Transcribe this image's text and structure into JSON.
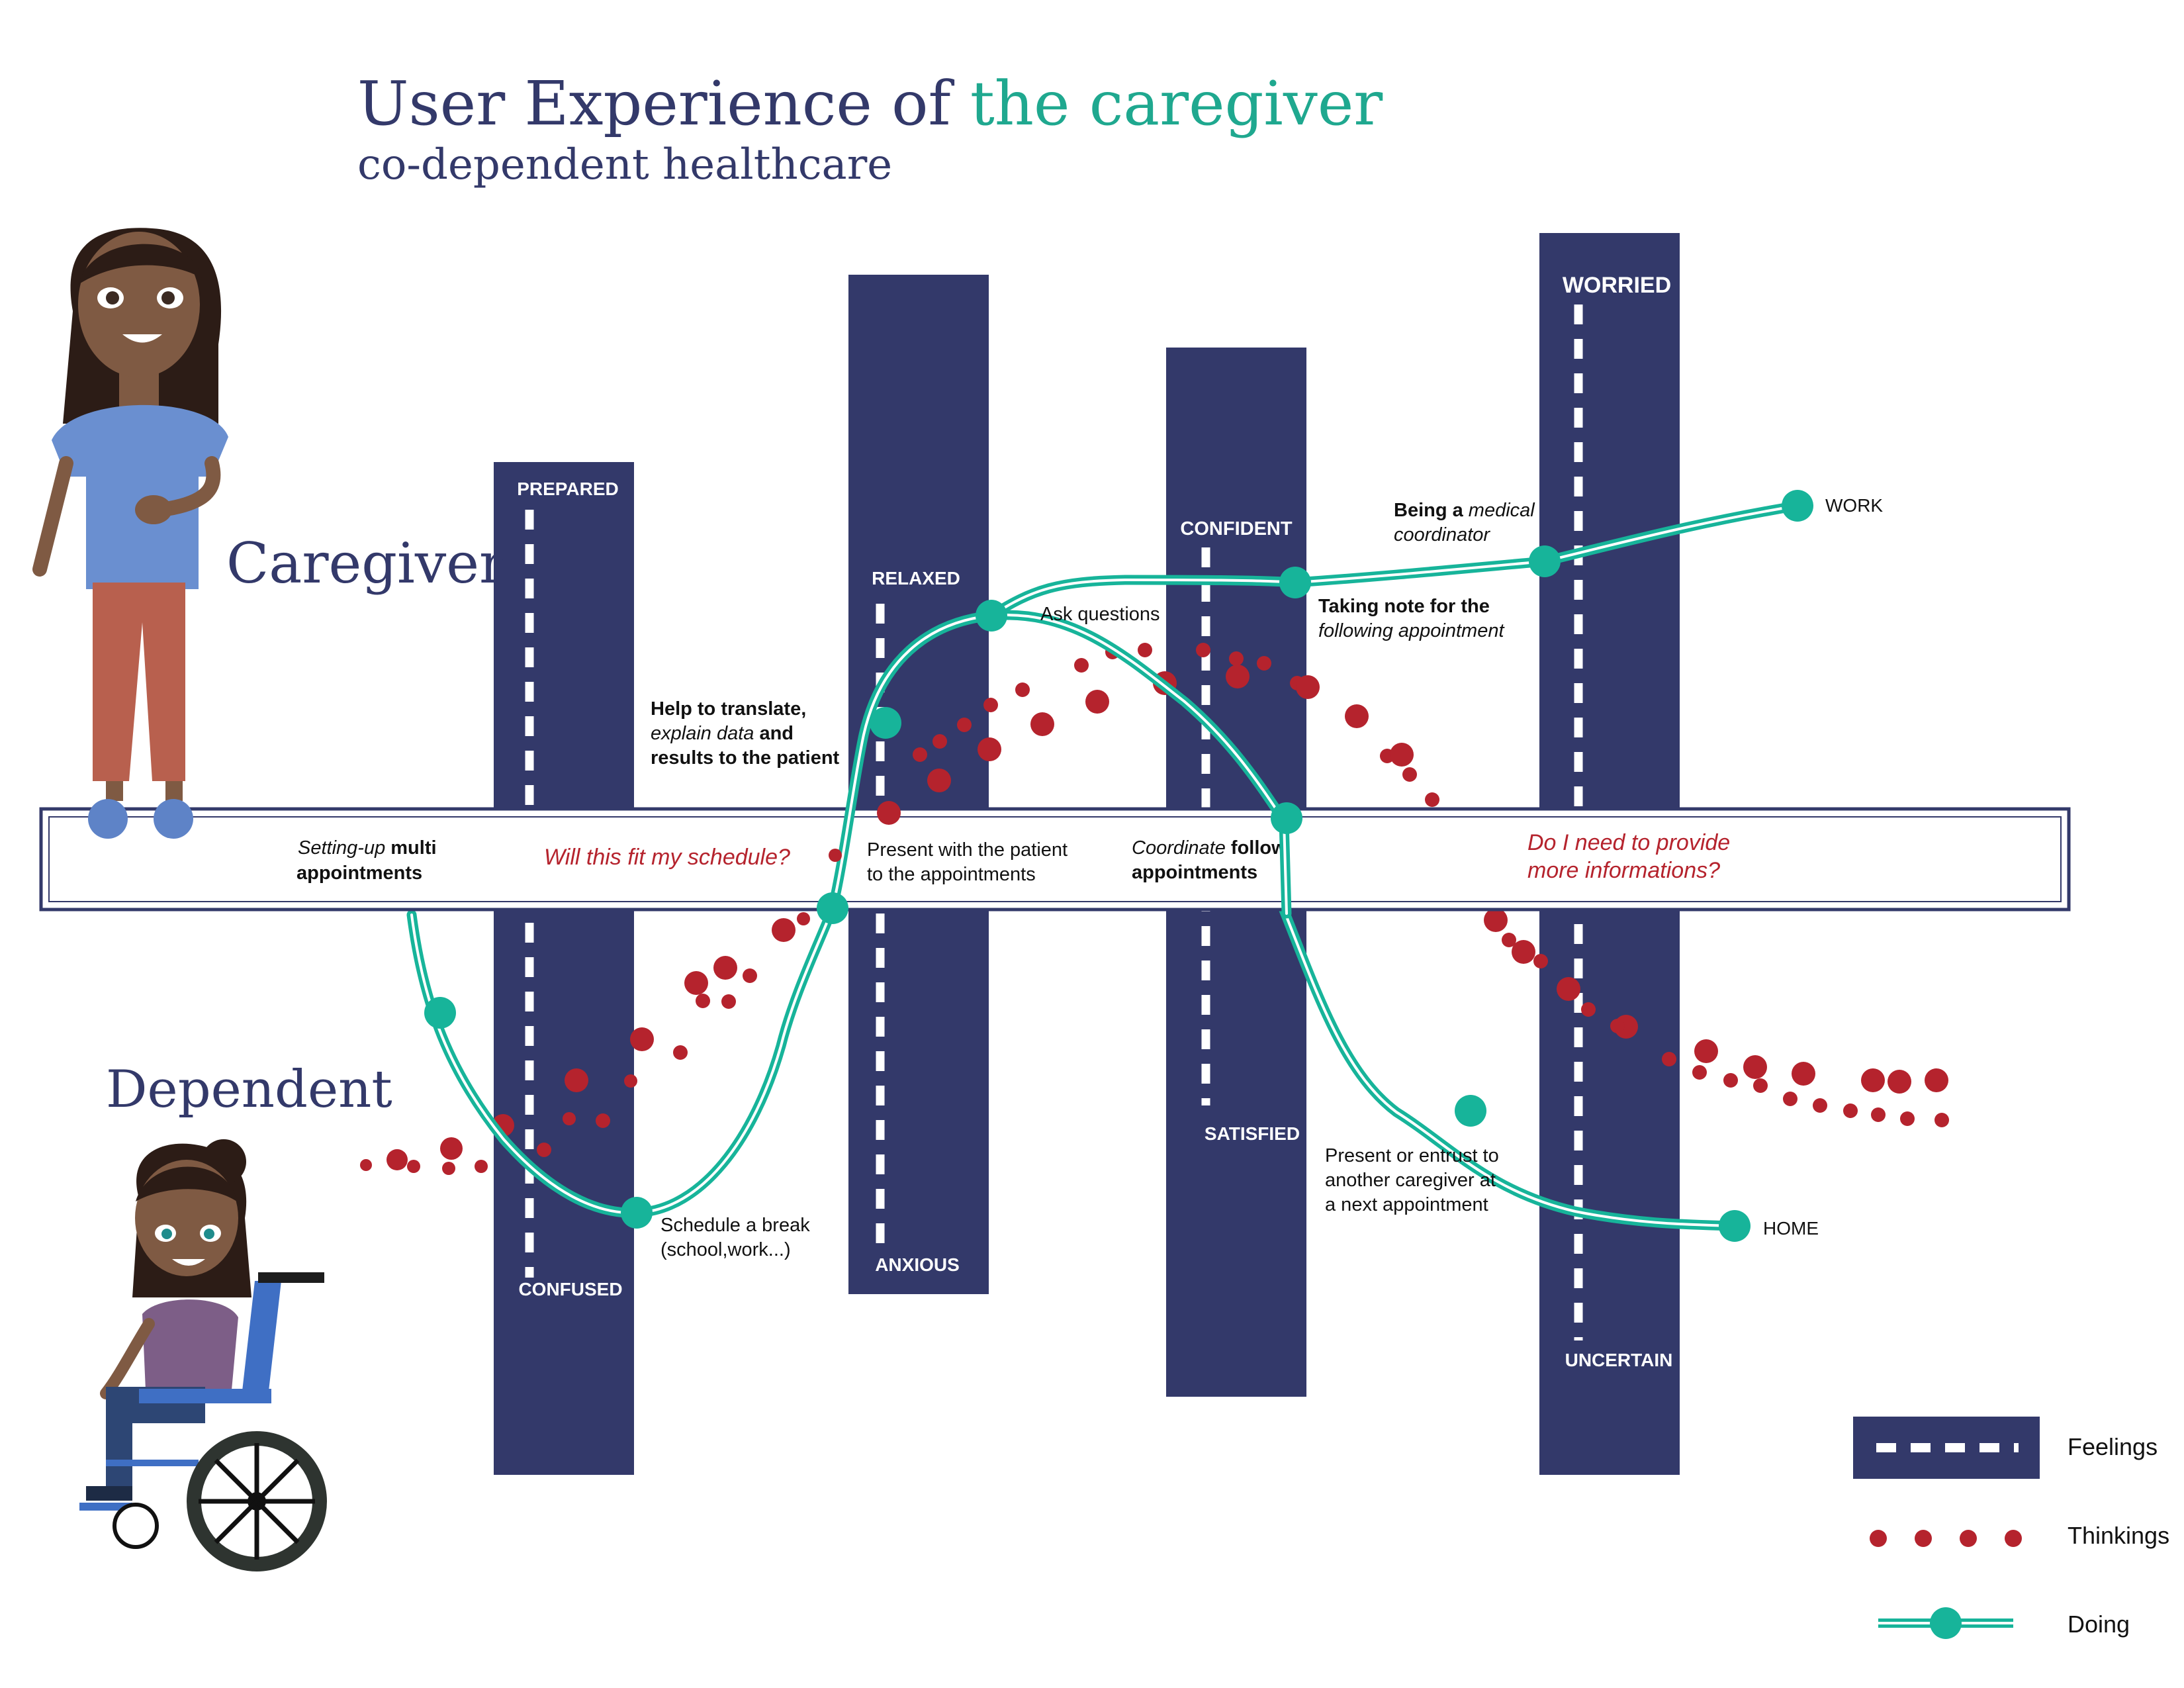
{
  "header": {
    "title_part1": "User Experience of",
    "title_part2": "the caregiver",
    "subtitle": "co-dependent healthcare"
  },
  "persons": {
    "caregiver_label": "Caregiver",
    "dependent_label": "Dependent"
  },
  "colors": {
    "navy": "#33396a",
    "teal": "#17b49a",
    "red": "#b5232d",
    "title_teal": "#1fa88f",
    "skin": "#7f5a43",
    "hair": "#2c1c16",
    "shirt_blue": "#6a8fd0",
    "pants": "#b8604e",
    "shoes": "#5e83c7",
    "dress_purple": "#7d5e87",
    "chair_blue": "#3f6fc4"
  },
  "feelings": [
    {
      "top": "PREPARED",
      "bottom": "CONFUSED"
    },
    {
      "top": "RELAXED",
      "bottom": "ANXIOUS"
    },
    {
      "top": "CONFIDENT",
      "bottom": "SATISFIED"
    },
    {
      "top": "WORRIED",
      "bottom": "UNCERTAIN"
    }
  ],
  "band": {
    "setup_1": "Setting-up",
    "setup_2": " multi",
    "setup_3": "appointments",
    "thought_1": "Will this fit my schedule?",
    "present_1": "Present with the patient",
    "present_2": "to the appointments",
    "coord_1": "Coordinate",
    "coord_2": " follow",
    "coord_3": "appointments",
    "thought_2a": "Do I need to provide",
    "thought_2b": "more informations?"
  },
  "annotations": {
    "help_1": "Help to translate,",
    "help_2a": "explain data",
    "help_2b": " and",
    "help_3": "results to the patient",
    "ask": "Ask questions",
    "being_1a": "Being a",
    "being_1b": " medical",
    "being_2": "coordinator",
    "taking_1": "Taking note for the",
    "taking_2": "following appointment",
    "schedule_1": "Schedule a break",
    "schedule_2": "(school,work...)",
    "present_1": "Present or entrust to",
    "present_2": "another caregiver  at",
    "present_3": "a next appointment",
    "end_work": "WORK",
    "end_home": "HOME"
  },
  "legend": {
    "feelings": "Feelings",
    "thinkings": "Thinkings",
    "doing": "Doing"
  }
}
